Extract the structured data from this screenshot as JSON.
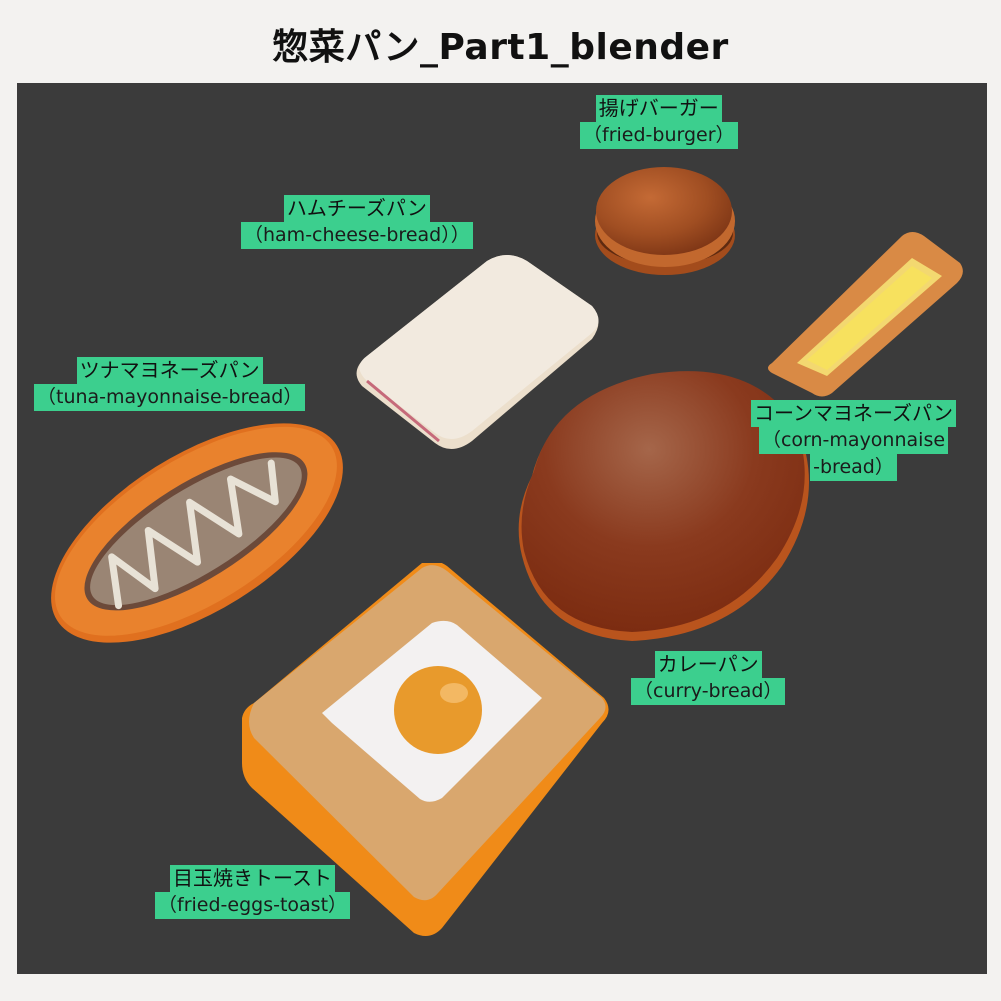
{
  "title": "惣菜パン_Part1_blender",
  "colors": {
    "page_background": "#f3f2f0",
    "scene_background": "#3b3b3b",
    "label_background": "#3ccf8e"
  },
  "items": [
    {
      "id": "fried-burger",
      "jp": "揚げバーガー",
      "en": "（fried-burger）"
    },
    {
      "id": "ham-cheese-bread",
      "jp": "ハムチーズパン",
      "en": "（ham-cheese-bread））"
    },
    {
      "id": "tuna-mayonnaise-bread",
      "jp": "ツナマヨネーズパン",
      "en": "（tuna-mayonnaise-bread）"
    },
    {
      "id": "corn-mayonnaise-bread",
      "jp": "コーンマヨネーズパン",
      "en": "（corn-mayonnaise",
      "en2": "-bread）"
    },
    {
      "id": "curry-bread",
      "jp": "カレーパン",
      "en": "（curry-bread）"
    },
    {
      "id": "fried-eggs-toast",
      "jp": "目玉焼きトースト",
      "en": "（fried-eggs-toast）"
    }
  ]
}
